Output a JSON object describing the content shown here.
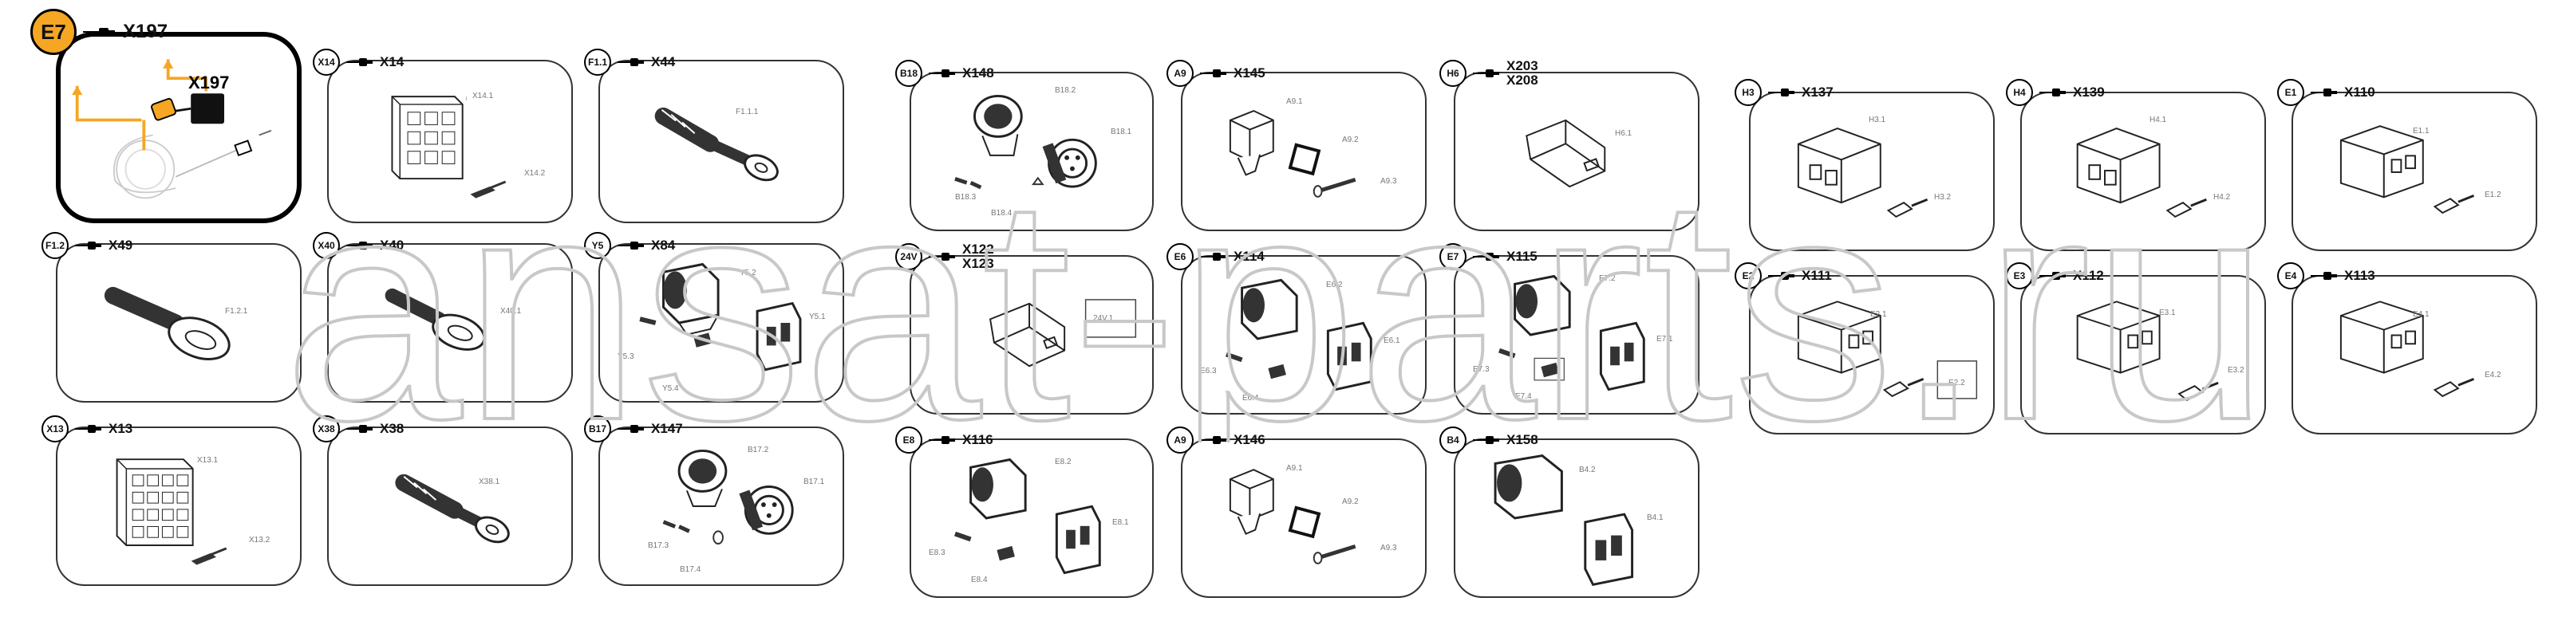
{
  "watermark": "ansat-parts.ru",
  "cards": [
    {
      "id": "e7",
      "badge": "E7",
      "code": "X197",
      "callout": "X197",
      "labels": []
    },
    {
      "id": "x14",
      "badge": "X14",
      "code": "X14",
      "labels": [
        "X14.1",
        "X14.2"
      ]
    },
    {
      "id": "x44",
      "badge": "F1.1",
      "code": "X44",
      "labels": [
        "F1.1.1"
      ]
    },
    {
      "id": "x148",
      "badge": "B18",
      "code": "X148",
      "labels": [
        "B18.2",
        "B18.1",
        "B18.3",
        "B18.4"
      ]
    },
    {
      "id": "x145",
      "badge": "A9",
      "code": "X145",
      "labels": [
        "A9.1",
        "A9.2",
        "A9.3"
      ]
    },
    {
      "id": "x203",
      "badge": "H6",
      "code": "X203",
      "code2": "X208",
      "labels": [
        "H6.1"
      ]
    },
    {
      "id": "x137",
      "badge": "H3",
      "code": "X137",
      "labels": [
        "H3.1",
        "H3.2"
      ]
    },
    {
      "id": "x139",
      "badge": "H4",
      "code": "X139",
      "labels": [
        "H4.1",
        "H4.2"
      ]
    },
    {
      "id": "x110",
      "badge": "E1",
      "code": "X110",
      "labels": [
        "E1.1",
        "E1.2"
      ]
    },
    {
      "id": "x49",
      "badge": "F1.2",
      "code": "X49",
      "labels": [
        "F1.2.1"
      ]
    },
    {
      "id": "x40",
      "badge": "X40",
      "code": "X40",
      "labels": [
        "X40.1"
      ]
    },
    {
      "id": "x84",
      "badge": "Y5",
      "code": "X84",
      "labels": [
        "Y5.2",
        "Y5.1",
        "Y5.3",
        "Y5.4"
      ]
    },
    {
      "id": "x122",
      "badge": "24V",
      "code": "X122",
      "code2": "X123",
      "labels": [
        "24V.1"
      ]
    },
    {
      "id": "x114",
      "badge": "E6",
      "code": "X114",
      "labels": [
        "E6.2",
        "E6.1",
        "E6.3",
        "E6.4"
      ]
    },
    {
      "id": "x115",
      "badge": "E7",
      "code": "X115",
      "labels": [
        "E7.2",
        "E7.1",
        "E7.3",
        "E7.4"
      ]
    },
    {
      "id": "x111",
      "badge": "E2",
      "code": "X111",
      "labels": [
        "E2.1",
        "E2.2"
      ]
    },
    {
      "id": "x112",
      "badge": "E3",
      "code": "X112",
      "labels": [
        "E3.1",
        "E3.2"
      ]
    },
    {
      "id": "x113",
      "badge": "E4",
      "code": "X113",
      "labels": [
        "E4.1",
        "E4.2"
      ]
    },
    {
      "id": "x13",
      "badge": "X13",
      "code": "X13",
      "labels": [
        "X13.1",
        "X13.2"
      ]
    },
    {
      "id": "x38",
      "badge": "X38",
      "code": "X38",
      "labels": [
        "X38.1"
      ]
    },
    {
      "id": "x147",
      "badge": "B17",
      "code": "X147",
      "labels": [
        "B17.2",
        "B17.1",
        "B17.3",
        "B17.4"
      ]
    },
    {
      "id": "x116",
      "badge": "E8",
      "code": "X116",
      "labels": [
        "E8.2",
        "E8.1",
        "E8.3",
        "E8.4"
      ]
    },
    {
      "id": "x146",
      "badge": "A9",
      "code": "X146",
      "labels": [
        "A9.1",
        "A9.2",
        "A9.3"
      ]
    },
    {
      "id": "x158",
      "badge": "B4",
      "code": "X158",
      "labels": [
        "B4.2",
        "B4.1"
      ]
    }
  ]
}
